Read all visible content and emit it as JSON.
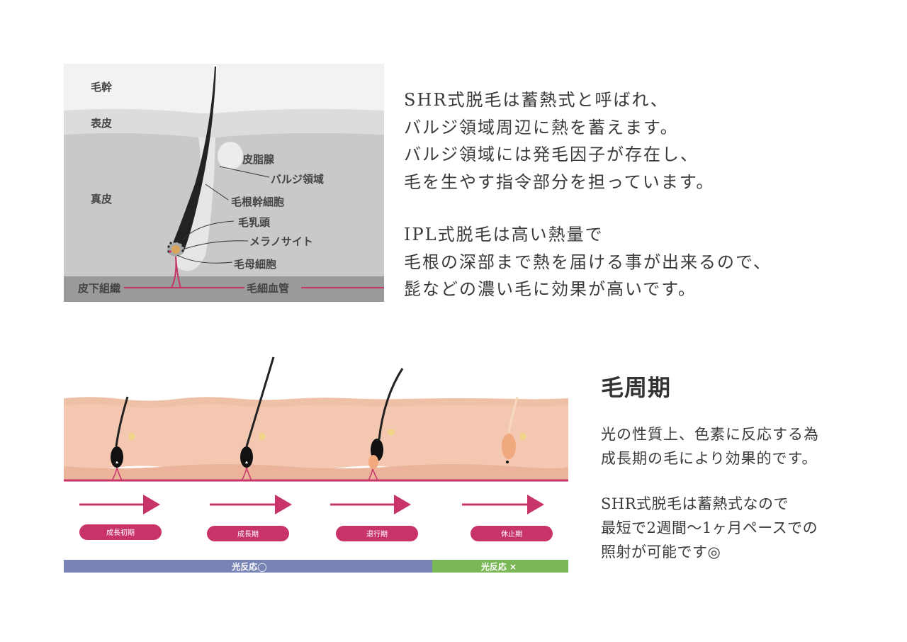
{
  "diagram1": {
    "labels": {
      "hair_shaft": "毛幹",
      "epidermis": "表皮",
      "dermis": "真皮",
      "subcutaneous": "皮下組織",
      "sebaceous_gland": "皮脂腺",
      "bulge": "バルジ領域",
      "hair_root_stem_cell": "毛根幹細胞",
      "dermal_papilla": "毛乳頭",
      "melanocyte": "メラノサイト",
      "matrix_cell": "毛母細胞",
      "capillary": "毛細血管"
    }
  },
  "paragraph1": {
    "lines": [
      "SHR式脱毛は蓄熱式と呼ばれ、",
      "バルジ領域周辺に熱を蓄えます。",
      "バルジ領域には発毛因子が存在し、",
      "毛を生やす指令部分を担っています。"
    ]
  },
  "paragraph2": {
    "lines": [
      "IPL式脱毛は高い熱量で",
      "毛根の深部まで熱を届ける事が出来るので、",
      "髭などの濃い毛に効果が高いです。"
    ]
  },
  "diagram2": {
    "phases": [
      "成長初期",
      "成長期",
      "退行期",
      "休止期"
    ],
    "reaction_yes": "光反応◯",
    "reaction_no": "光反応 ×",
    "colors": {
      "accent": "#c8336a",
      "blue": "#7884b5",
      "green": "#7ab856",
      "skin": "#f3c7b0"
    }
  },
  "cycle_section": {
    "title": "毛周期",
    "para1": [
      "光の性質上、色素に反応する為",
      "成長期の毛により効果的です。"
    ],
    "para2": [
      "SHR式脱毛は蓄熱式なので",
      "最短で2週間〜1ヶ月ペースでの",
      "照射が可能です◎"
    ]
  }
}
